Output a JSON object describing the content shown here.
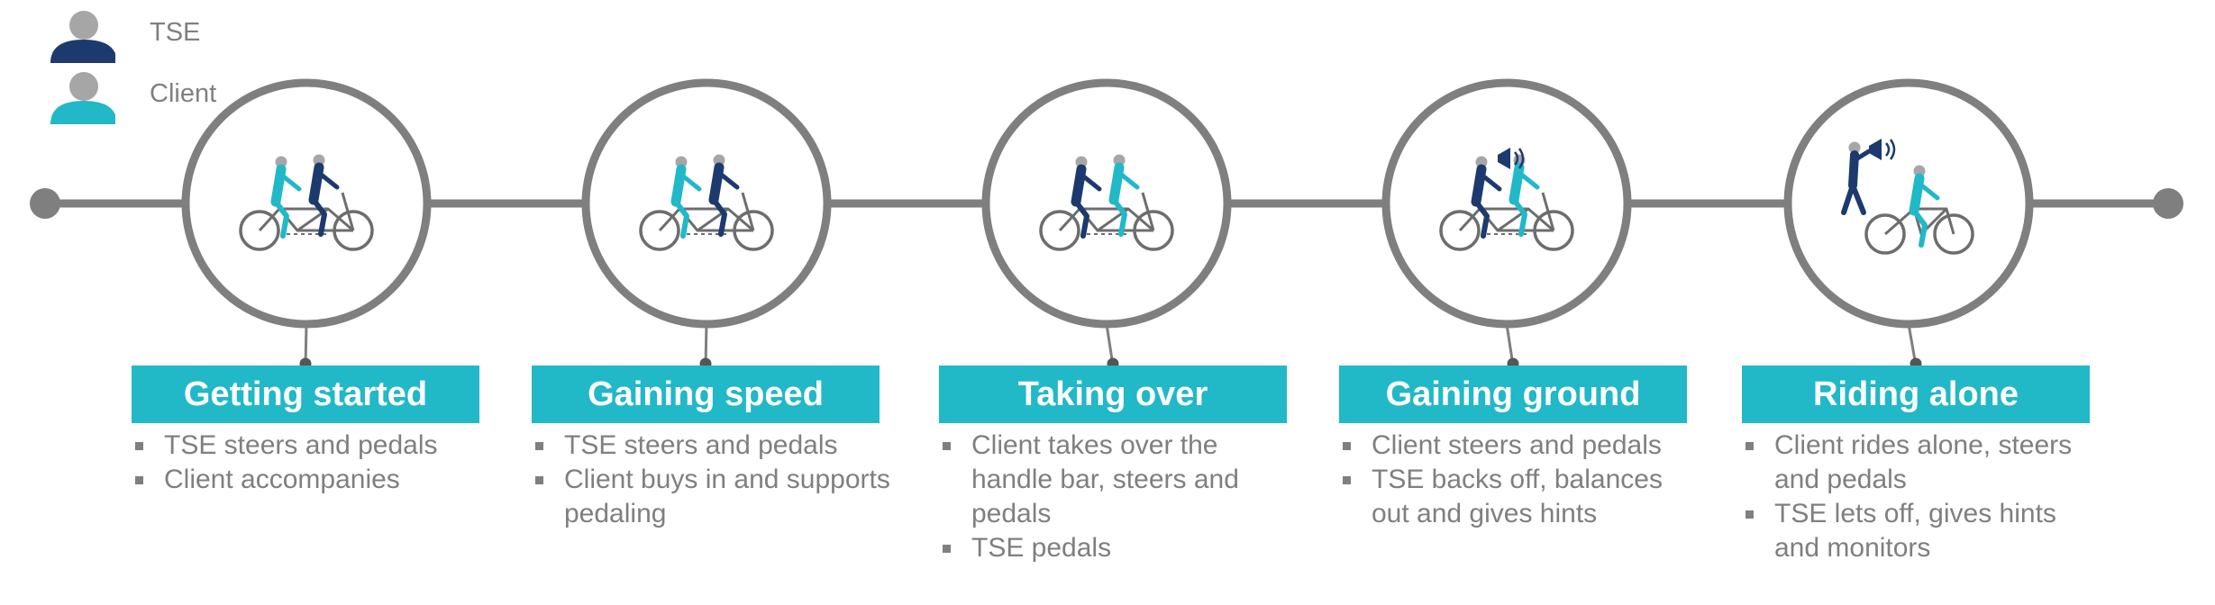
{
  "legend": [
    {
      "label": "TSE",
      "color": "#1c3a6e",
      "icon": "person-icon"
    },
    {
      "label": "Client",
      "color": "#21b8c8",
      "icon": "person-icon"
    }
  ],
  "colors": {
    "tse": "#1c3a6e",
    "client": "#21b8c8",
    "line": "#7f7f7f",
    "bike": "#6d6d6d",
    "head": "#a6a6a6",
    "title_bg": "#21b8c8"
  },
  "stages": [
    {
      "title": "Getting started",
      "icon": "tandem-bike-icon",
      "bullets": [
        "TSE steers and pedals",
        "Client accompanies"
      ]
    },
    {
      "title": "Gaining speed",
      "icon": "tandem-bike-icon",
      "bullets": [
        "TSE steers and pedals",
        "Client buys in and supports pedaling"
      ]
    },
    {
      "title": "Taking over",
      "icon": "tandem-bike-icon",
      "bullets": [
        "Client takes over the handle bar, steers and pedals",
        "TSE pedals"
      ]
    },
    {
      "title": "Gaining ground",
      "icon": "tandem-bike-megaphone-icon",
      "bullets": [
        "Client steers and pedals",
        "TSE backs off, balances out and gives hints"
      ]
    },
    {
      "title": "Riding alone",
      "icon": "solo-bike-megaphone-icon",
      "bullets": [
        "Client rides alone, steers and pedals",
        "TSE lets off, gives hints and monitors"
      ]
    }
  ]
}
